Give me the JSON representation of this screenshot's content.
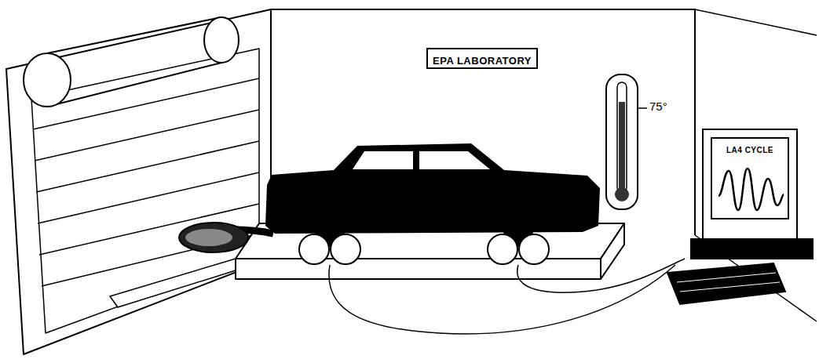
{
  "diagram": {
    "nodes": [
      {
        "text": [
          "EPA LABORATORY"
        ]
      },
      {
        "text": [
          "LA4 CYCLE"
        ]
      }
    ],
    "labels": [
      "75°"
    ]
  }
}
